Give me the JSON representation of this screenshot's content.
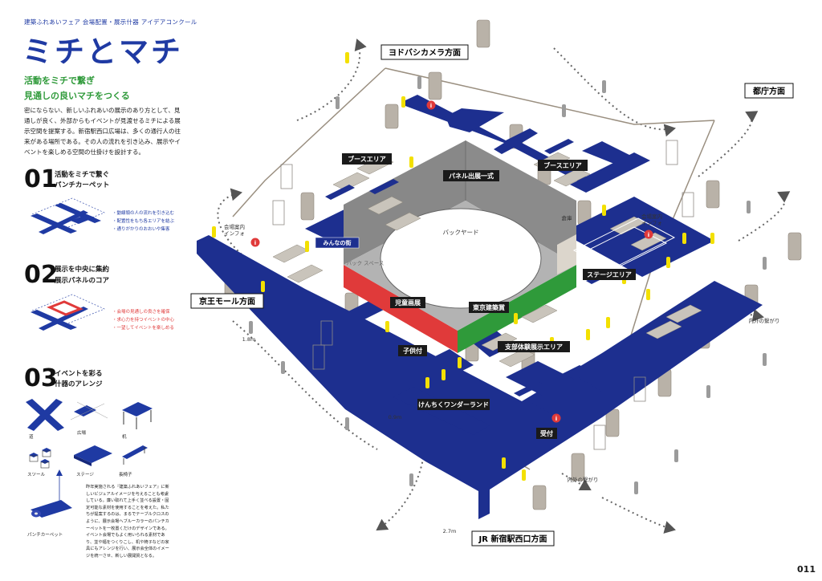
{
  "header": {
    "subtitle": "建築ふれあいフェア 会場配置・展示什器 アイデアコンクール",
    "title": "ミチとマチ",
    "lead_line1": "活動をミチで繋ぎ",
    "lead_line2": "見通しの良いマチをつくる",
    "intro": "密にならない、新しいふれあいの展示のあり方として、見通しが良く、外部からもイベントが見渡せるミチによる展示空間を提案する。新宿駅西口広場は、多くの通行人の往来がある場所である。その人の流れを引き込み、展示やイベントを楽しめる空間の仕掛けを設計する。"
  },
  "sections": [
    {
      "number": "01",
      "heading_line1": "活動をミチで繋ぐ",
      "heading_line2": "パンチカーペット",
      "notes": [
        "・動線頭の人の流れを引き込む",
        "・配置性をもち各エリアを結ぶ",
        "・通りがかりのおおいや集客"
      ]
    },
    {
      "number": "02",
      "heading_line1": "展示を中央に集約",
      "heading_line2": "展示パネルのコア",
      "notes": [
        "・会場の見通しの良さを確保",
        "・求心力を持つイベントの中心",
        "・一望してイベントを楽しめる"
      ]
    },
    {
      "number": "03",
      "heading_line1": "イベントを彩る",
      "heading_line2": "什器のアレンジ",
      "notes": []
    }
  ],
  "fixtures": {
    "road": "道",
    "plaza": "広場",
    "desk": "机",
    "stool": "スツール",
    "stage": "ステージ",
    "bench": "長椅子",
    "carpet": "パンチカーペット"
  },
  "closing_paragraph": "昨年実施される『建築ふれあいフェア』に新しいビジュアルイメージを与えることも考慮している。廉い取れて上手く並べる設置・固定可能な素材を使用することを考えた。私たちが提案するのは、まるでテーブルクロスのように、展示会場へブルーカラーのパンチカーペットを一枚置くだけのデザインである。イベント会場でもよく用いられる素材であり、並や幅をつくりこし、机や椅子などの家具にもアレンジを行い、展示会全体のイメージを統一させ、新しい展開質となる。",
  "diagram": {
    "directions": {
      "yodobashi": "ヨドバシカメラ方面",
      "tocho": "都庁方面",
      "keio": "京王モール方面",
      "jr": "JR 新宿駅西口方面"
    },
    "areas": {
      "booth_left": "ブースエリア",
      "booth_right": "ブースエリア",
      "panel": "パネル出展一式",
      "stage": "ステージエリア",
      "children_art": "児童画展",
      "tokyo_award": "東京建築賞",
      "kodomo": "子供付",
      "branch": "支部体験展示エリア",
      "wonderland": "けんちくワンダーランド",
      "reception": "受付",
      "minna": "みんなの街"
    },
    "labels": {
      "backyard": "バックヤード",
      "storage": "倉庫",
      "back_space": "バック スペース",
      "info_left": "会場案内\nインフォ",
      "info_right": "会場案内\nインフォ",
      "flow_right": "内外の繋がり",
      "flow_bottom": "内外の繋がり",
      "dim1": "1.8m",
      "dim2": "0.9m",
      "dim3": "2.7m"
    }
  },
  "page_number": "011",
  "colors": {
    "brand_blue": "#1f3aa3",
    "carpet_blue": "#1d2f8f",
    "green": "#2f9a3a",
    "red": "#e03a3a",
    "yellow": "#f3e000"
  }
}
